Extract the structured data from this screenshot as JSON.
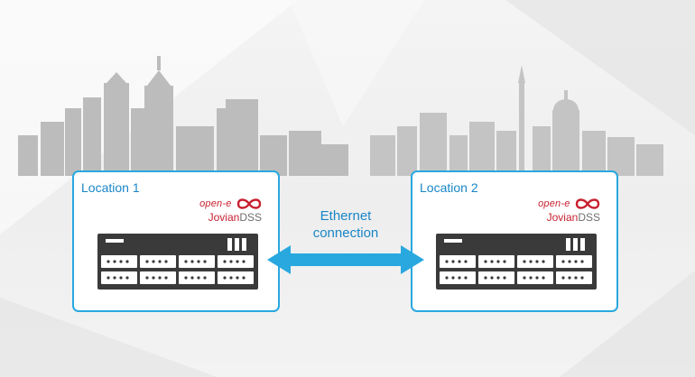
{
  "locations": [
    {
      "label": "Location 1",
      "brand_top": "open-e",
      "brand_product_a": "Jovian",
      "brand_product_b": "DSS"
    },
    {
      "label": "Location 2",
      "brand_top": "open-e",
      "brand_product_a": "Jovian",
      "brand_product_b": "DSS"
    }
  ],
  "connection": {
    "line1": "Ethernet",
    "line2": "connection"
  },
  "colors": {
    "accent": "#29a8e0",
    "label": "#1a86c7",
    "brand_red": "#c8202f",
    "server": "#3a3a3a",
    "skyline": "#b9b9b9"
  },
  "icons": [
    "city-skyline",
    "open-e-logo",
    "server-rack-icon",
    "double-arrow-icon"
  ]
}
